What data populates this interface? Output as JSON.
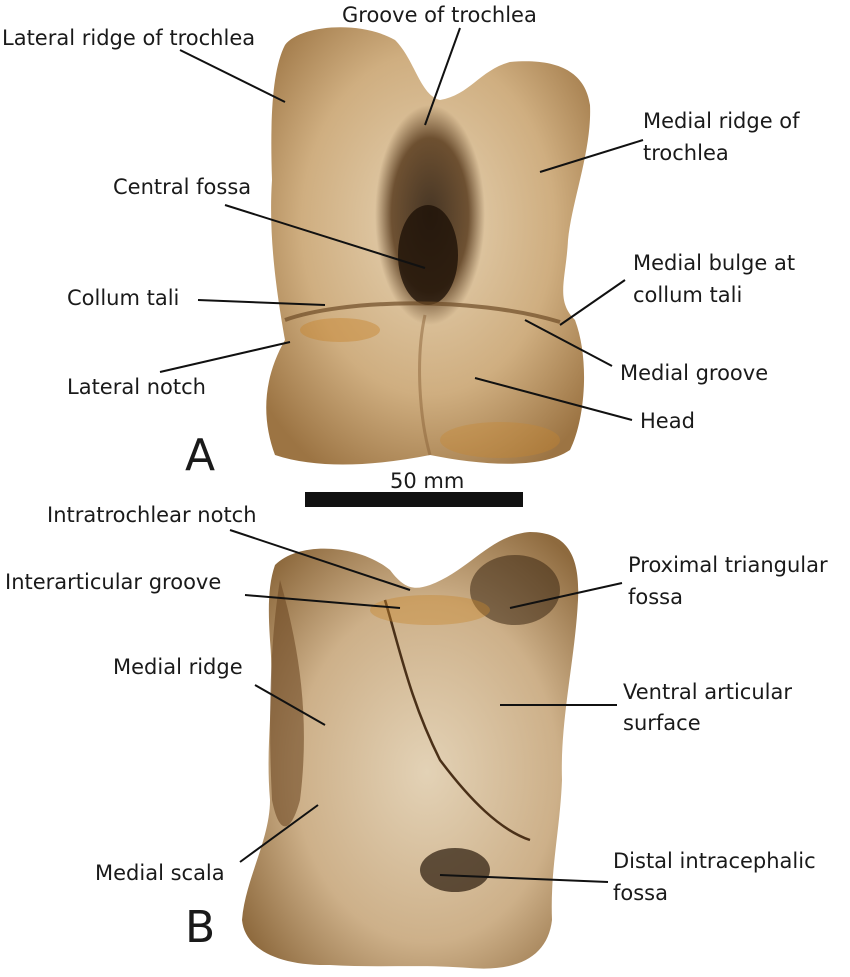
{
  "figure": {
    "panel_a": {
      "letter": "A",
      "labels": {
        "lateral_ridge": "Lateral ridge of trochlea",
        "groove": "Groove of trochlea",
        "medial_ridge_1": "Medial ridge of",
        "medial_ridge_2": "trochlea",
        "central_fossa": "Central fossa",
        "medial_bulge_1": "Medial bulge at",
        "medial_bulge_2": "collum tali",
        "collum_tali": "Collum tali",
        "lateral_notch": "Lateral notch",
        "medial_groove": "Medial groove",
        "head": "Head"
      }
    },
    "scale_bar": {
      "label": "50 mm"
    },
    "panel_b": {
      "letter": "B",
      "labels": {
        "intratrochlear_notch": "Intratrochlear notch",
        "interarticular_groove": "Interarticular groove",
        "proximal_fossa_1": "Proximal triangular",
        "proximal_fossa_2": "fossa",
        "medial_ridge": "Medial ridge",
        "ventral_surface_1": "Ventral articular",
        "ventral_surface_2": "surface",
        "medial_scala": "Medial scala",
        "distal_fossa_1": "Distal intracephalic",
        "distal_fossa_2": "fossa"
      }
    },
    "colors": {
      "bone": "#d2b68e",
      "bone_dark": "#8a6238",
      "stain": "#c8862e"
    }
  }
}
